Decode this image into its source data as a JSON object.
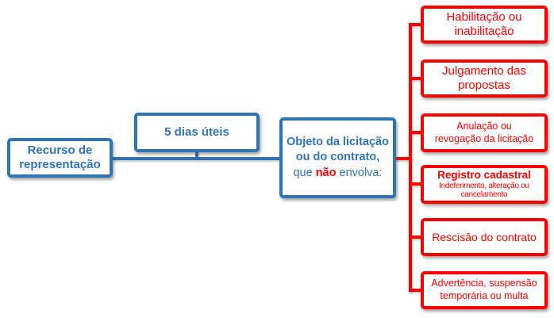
{
  "colors": {
    "blue": "#2E75B6",
    "red": "#FF0000",
    "background": "#FFFFFF"
  },
  "diagram": {
    "root": {
      "lines": [
        "Recurso de",
        "representação"
      ]
    },
    "deadline": {
      "label": "5 dias úteis"
    },
    "condition": {
      "line1": "Objeto da licitação",
      "line2": "ou do contrato,",
      "line3_pre": "que ",
      "line3_emphasis": "não",
      "line3_post": " envolva:"
    },
    "exceptions": [
      {
        "lines": [
          "Habilitação ou",
          "inabilitação"
        ]
      },
      {
        "lines": [
          "Julgamento das",
          "propostas"
        ]
      },
      {
        "lines": [
          "Anulação ou",
          "revogação da licitação"
        ]
      },
      {
        "title": "Registro cadastral",
        "subtitle_lines": [
          "Indeferimento, alteração ou",
          "cancelamento"
        ]
      },
      {
        "lines": [
          "Rescisão do contrato"
        ]
      },
      {
        "lines": [
          "Advertência, suspensão",
          "temporária ou multa"
        ]
      }
    ]
  }
}
